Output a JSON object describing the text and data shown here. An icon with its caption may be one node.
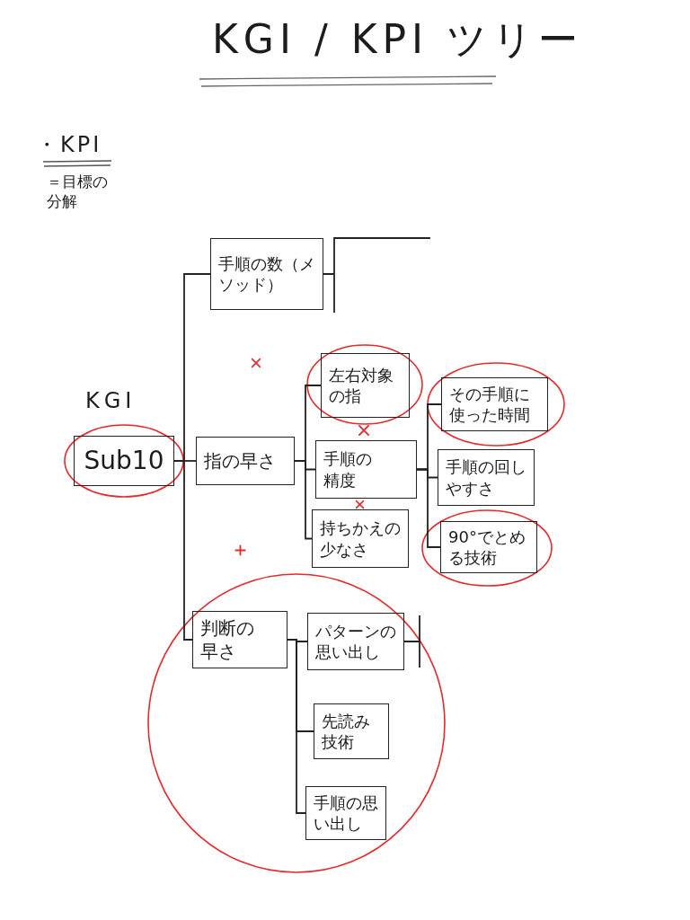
{
  "diagram": {
    "title": "KGI / KPI ツリー",
    "nodes": [
      {
        "text": [
          "KGI",
          "Sub10"
        ]
      },
      {
        "text": [
          "手順の数（メソッド）"
        ]
      },
      {
        "text": [
          "指の早さ"
        ]
      },
      {
        "text": [
          "判断の早さ"
        ]
      },
      {
        "text": [
          "左右対象の指"
        ]
      },
      {
        "text": [
          "手順の精度"
        ]
      },
      {
        "text": [
          "持ちかえの少なさ"
        ]
      },
      {
        "text": [
          "その手順に使った時間"
        ]
      },
      {
        "text": [
          "手順の回しやすさ"
        ]
      },
      {
        "text": [
          "90°でとめる技術"
        ]
      },
      {
        "text": [
          "パターンの思い出し"
        ]
      },
      {
        "text": [
          "先読み技術"
        ]
      },
      {
        "text": [
          "手順の思い出し"
        ]
      }
    ],
    "edges": [
      {
        "from": 0,
        "to": 1,
        "arrow": "none"
      },
      {
        "from": 0,
        "to": 2,
        "arrow": "none"
      },
      {
        "from": 0,
        "to": 3,
        "arrow": "none"
      },
      {
        "from": 1,
        "to": null,
        "arrow": "none"
      },
      {
        "from": 2,
        "to": 4,
        "arrow": "none"
      },
      {
        "from": 2,
        "to": 5,
        "arrow": "none"
      },
      {
        "from": 2,
        "to": 6,
        "arrow": "none"
      },
      {
        "from": 5,
        "to": 7,
        "arrow": "none"
      },
      {
        "from": 5,
        "to": 8,
        "arrow": "none"
      },
      {
        "from": 5,
        "to": 9,
        "arrow": "none"
      },
      {
        "from": 3,
        "to": 10,
        "arrow": "none"
      },
      {
        "from": 3,
        "to": 11,
        "arrow": "none"
      },
      {
        "from": 3,
        "to": 12,
        "arrow": "none"
      },
      {
        "from": 10,
        "to": null,
        "arrow": "none"
      }
    ],
    "labels": [
      "・KPI",
      "＝目標の分解"
    ]
  }
}
